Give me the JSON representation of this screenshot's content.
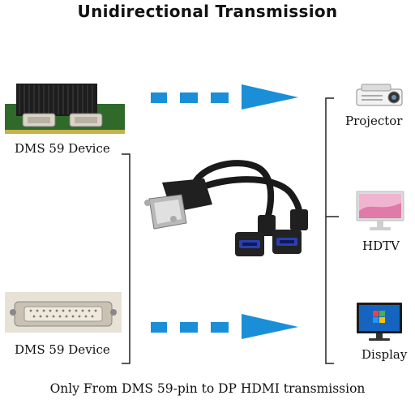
{
  "title": "Unidirectional Transmission",
  "sources": [
    {
      "label": "DMS 59 Device"
    },
    {
      "label": "DMS 59 Device"
    }
  ],
  "outputs": [
    {
      "label": "Projector"
    },
    {
      "label": "HDTV"
    },
    {
      "label": "Display"
    }
  ],
  "caption": "Only From DMS 59-pin to DP HDMI transmission",
  "colors": {
    "arrow": "#1a8fd8",
    "line": "#222222",
    "hdmi_port": "#2a3fb0"
  }
}
